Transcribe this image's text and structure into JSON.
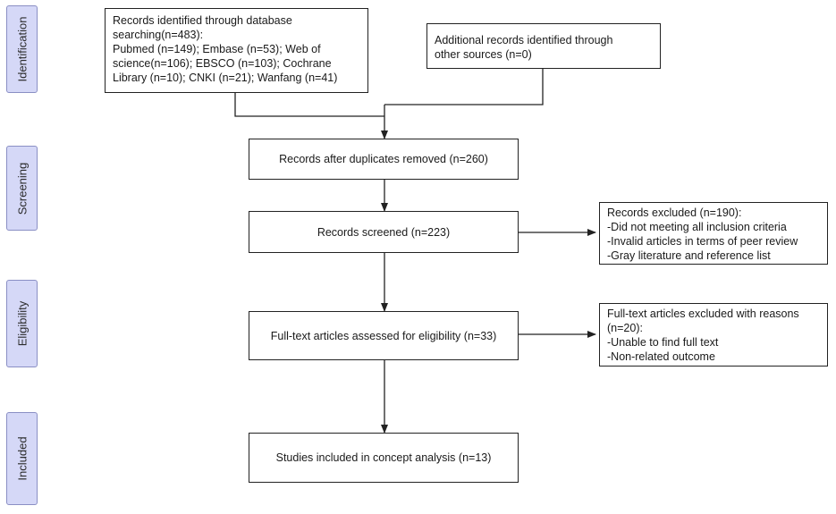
{
  "phases": {
    "identification": "Identification",
    "screening": "Screening",
    "eligibility": "Eligibility",
    "included": "Included"
  },
  "boxes": {
    "database_records": [
      "Records identified through database",
      "searching(n=483):",
      "Pubmed (n=149); Embase (n=53); Web of",
      "science(n=106); EBSCO (n=103); Cochrane",
      "Library (n=10); CNKI (n=21); Wanfang (n=41)"
    ],
    "additional_records": [
      "Additional records identified through",
      "other sources (n=0)"
    ],
    "after_duplicates": "Records after duplicates removed (n=260)",
    "screened": "Records screened (n=223)",
    "excluded_screening": [
      "Records excluded (n=190):",
      "-Did not meeting all inclusion criteria",
      "-Invalid articles in terms of peer review",
      "-Gray literature and reference list"
    ],
    "full_text_assessed": "Full-text articles assessed for eligibility (n=33)",
    "excluded_full_text": [
      "Full-text articles excluded with reasons",
      "(n=20):",
      "-Unable to find full text",
      "-Non-related outcome"
    ],
    "included_studies": "Studies included in concept analysis (n=13)"
  }
}
